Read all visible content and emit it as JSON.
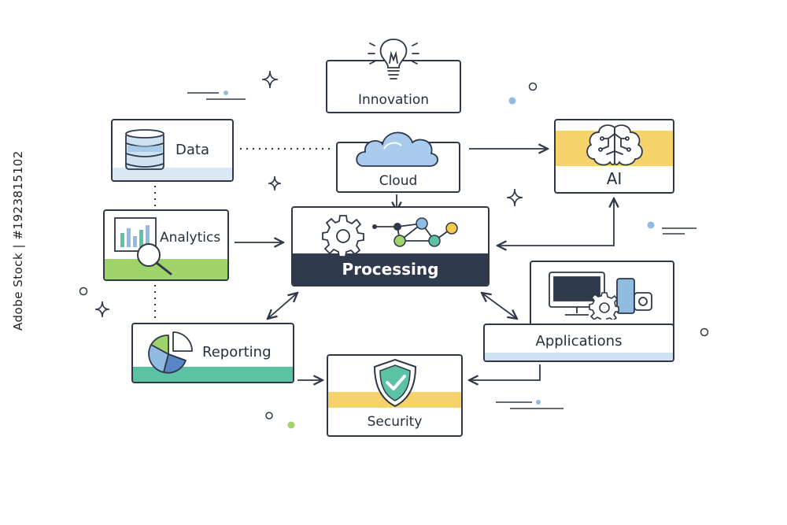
{
  "nodes": {
    "innovation": "Innovation",
    "data": "Data",
    "cloud": "Cloud",
    "ai": "AI",
    "analytics": "Analytics",
    "processing": "Processing",
    "applications": "Applications",
    "reporting": "Reporting",
    "security": "Security"
  },
  "watermark": "Adobe Stock | #1923815102",
  "colors": {
    "outline": "#2e3848",
    "dark_band": "#2f3a4c",
    "yellow": "#f5d36a",
    "green": "#9fd46a",
    "teal": "#5cc2a4",
    "blue": "#8fbce0",
    "light_blue": "#cfe2f2"
  },
  "icons": [
    "lightbulb-icon",
    "database-icon",
    "cloud-icon",
    "brain-icon",
    "bar-chart-magnifier-icon",
    "gear-icon",
    "network-graph-icon",
    "devices-icon",
    "pie-chart-icon",
    "shield-check-icon",
    "sparkle-icon"
  ]
}
